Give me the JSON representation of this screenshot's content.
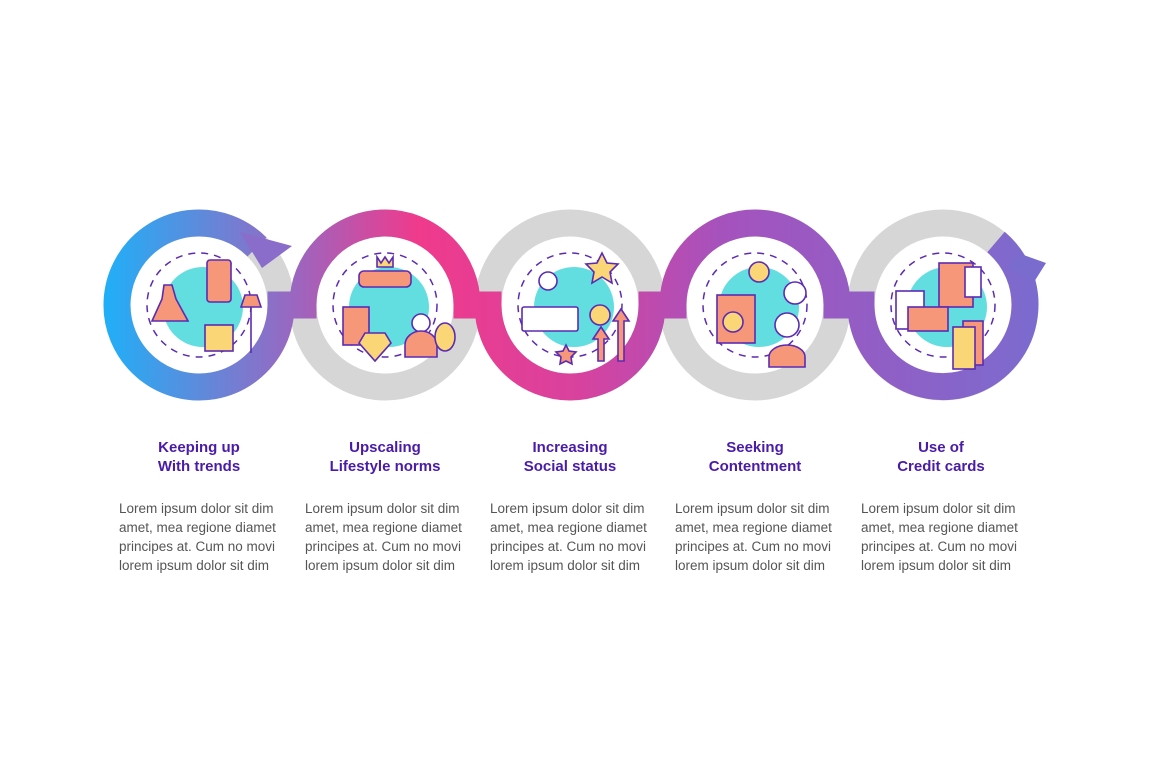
{
  "colors": {
    "title": "#4a1aa8",
    "body": "#555555",
    "ring_gray": "#d6d6d6",
    "gradient": [
      "#22aef7",
      "#9b66c0",
      "#f03a8c",
      "#d8429e",
      "#a652bd",
      "#7a6ccf"
    ],
    "icon_teal": "#62dde0",
    "icon_orange": "#f7977a",
    "icon_yellow": "#fbd676",
    "icon_stroke": "#5b2bb3"
  },
  "steps": [
    {
      "title_line1": "Keeping up",
      "title_line2": "With trends",
      "icon": "fashion-furniture-icon",
      "body": [
        "Lorem ipsum dolor sit dim",
        "amet, mea regione diamet",
        "principes at. Cum no movi",
        "lorem ipsum dolor sit dim"
      ]
    },
    {
      "title_line1": "Upscaling",
      "title_line2": "Lifestyle norms",
      "icon": "luxury-car-jewelry-icon",
      "body": [
        "Lorem ipsum dolor sit dim",
        "amet, mea regione diamet",
        "principes at. Cum no movi",
        "lorem ipsum dolor sit dim"
      ]
    },
    {
      "title_line1": "Increasing",
      "title_line2": "Social status",
      "icon": "rating-stars-growth-icon",
      "body": [
        "Lorem ipsum dolor sit dim",
        "amet, mea regione diamet",
        "principes at. Cum no movi",
        "lorem ipsum dolor sit dim"
      ]
    },
    {
      "title_line1": "Seeking",
      "title_line2": "Contentment",
      "icon": "shopping-smile-icon",
      "body": [
        "Lorem ipsum dolor sit dim",
        "amet, mea regione diamet",
        "principes at. Cum no movi",
        "lorem ipsum dolor sit dim"
      ]
    },
    {
      "title_line1": "Use of",
      "title_line2": "Credit cards",
      "icon": "credit-card-terminal-icon",
      "body": [
        "Lorem ipsum dolor sit dim",
        "amet, mea regione diamet",
        "principes at. Cum no movi",
        "lorem ipsum dolor sit dim"
      ]
    }
  ]
}
